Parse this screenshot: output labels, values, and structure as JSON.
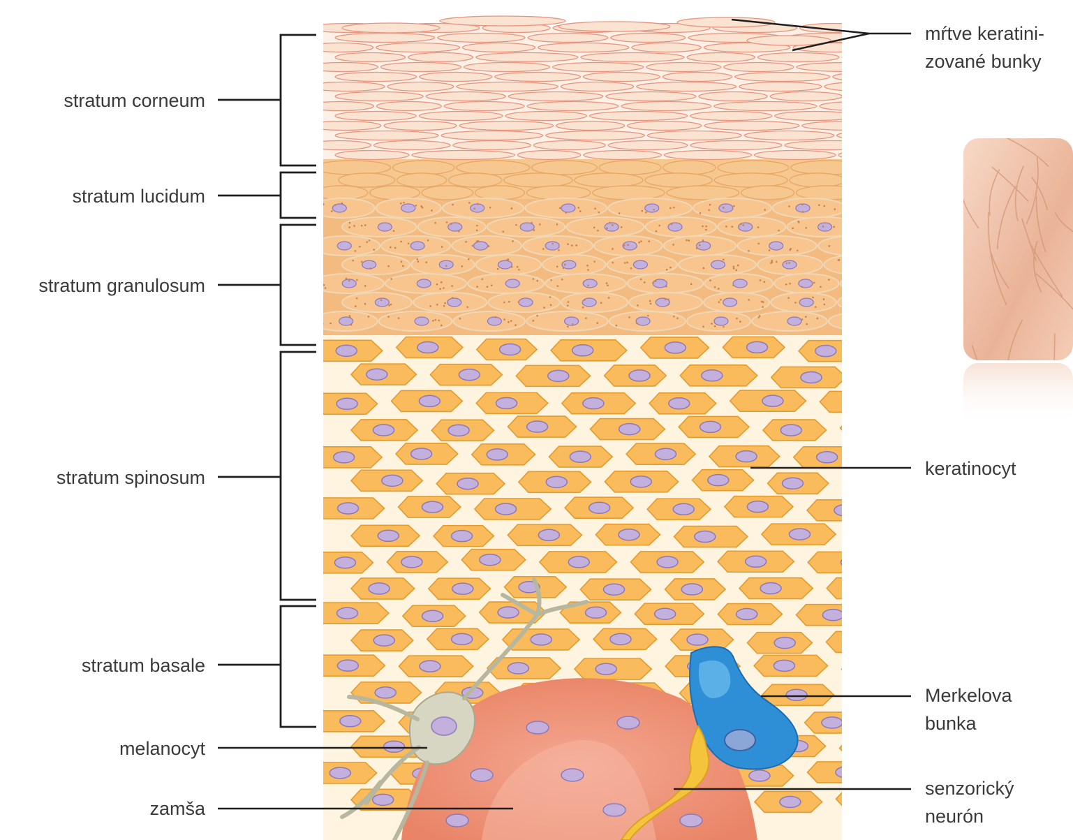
{
  "layers": [
    {
      "id": "corneum",
      "label": "stratum corneum"
    },
    {
      "id": "lucidum",
      "label": "stratum lucidum"
    },
    {
      "id": "granulosum",
      "label": "stratum granulosum"
    },
    {
      "id": "spinosum",
      "label": "stratum spinosum"
    },
    {
      "id": "basale",
      "label": "stratum basale"
    }
  ],
  "left_labels": {
    "melanocyte": "melanocyt",
    "dermis": "zamša"
  },
  "right_labels": {
    "dead_cells": [
      "mŕtve keratini-",
      "zované bunky"
    ],
    "keratinocyte": "keratinocyt",
    "merkel": [
      "Merkelova",
      "bunka"
    ],
    "neuron": [
      "senzorický",
      "neurón"
    ]
  },
  "colors": {
    "corneum_cell": "#fbe3d2",
    "corneum_edge": "#e7937e",
    "lucidum": "#f6c88f",
    "granulosum_cell": "#f7c58d",
    "keratinocyte": "#f9bb5c",
    "keratinocyte_edge": "#e49a2c",
    "nucleus": "#c4b0dd",
    "dermis": "#ee9376",
    "melanocyte": "#d7d6c3",
    "merkel": "#2f8fd6",
    "neuron": "#f4c43c",
    "skin_photo": "#f0c2a7"
  },
  "icons": {
    "skin_texture": "skin-surface-photo-icon"
  }
}
